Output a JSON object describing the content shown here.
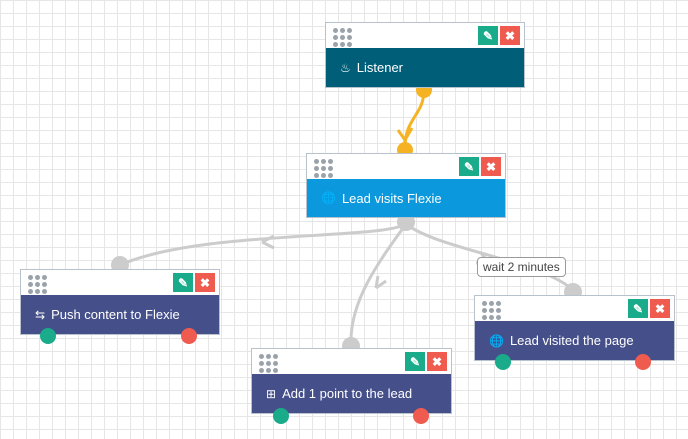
{
  "nodes": {
    "listener": {
      "label": "Listener",
      "icon": "fingerprint-icon",
      "color": "#005e78"
    },
    "lead_visits": {
      "label": "Lead visits Flexie",
      "icon": "globe-icon",
      "color": "#0c98dc"
    },
    "push_content": {
      "label": "Push content to Flexie",
      "icon": "retweet-icon",
      "color": "#45508a"
    },
    "add_point": {
      "label": "Add 1 point to the lead",
      "icon": "plus-square-icon",
      "color": "#45508a"
    },
    "lead_visited_page": {
      "label": "Lead visited the page",
      "icon": "globe-icon",
      "color": "#45508a"
    }
  },
  "wait_label": "wait 2 minutes",
  "colors": {
    "edit": "#1aab8a",
    "delete": "#f05b4f",
    "yes_dot": "#1aab8a",
    "no_dot": "#f05b4f",
    "active_connector": "#f5b324",
    "connector": "#cccccc"
  }
}
